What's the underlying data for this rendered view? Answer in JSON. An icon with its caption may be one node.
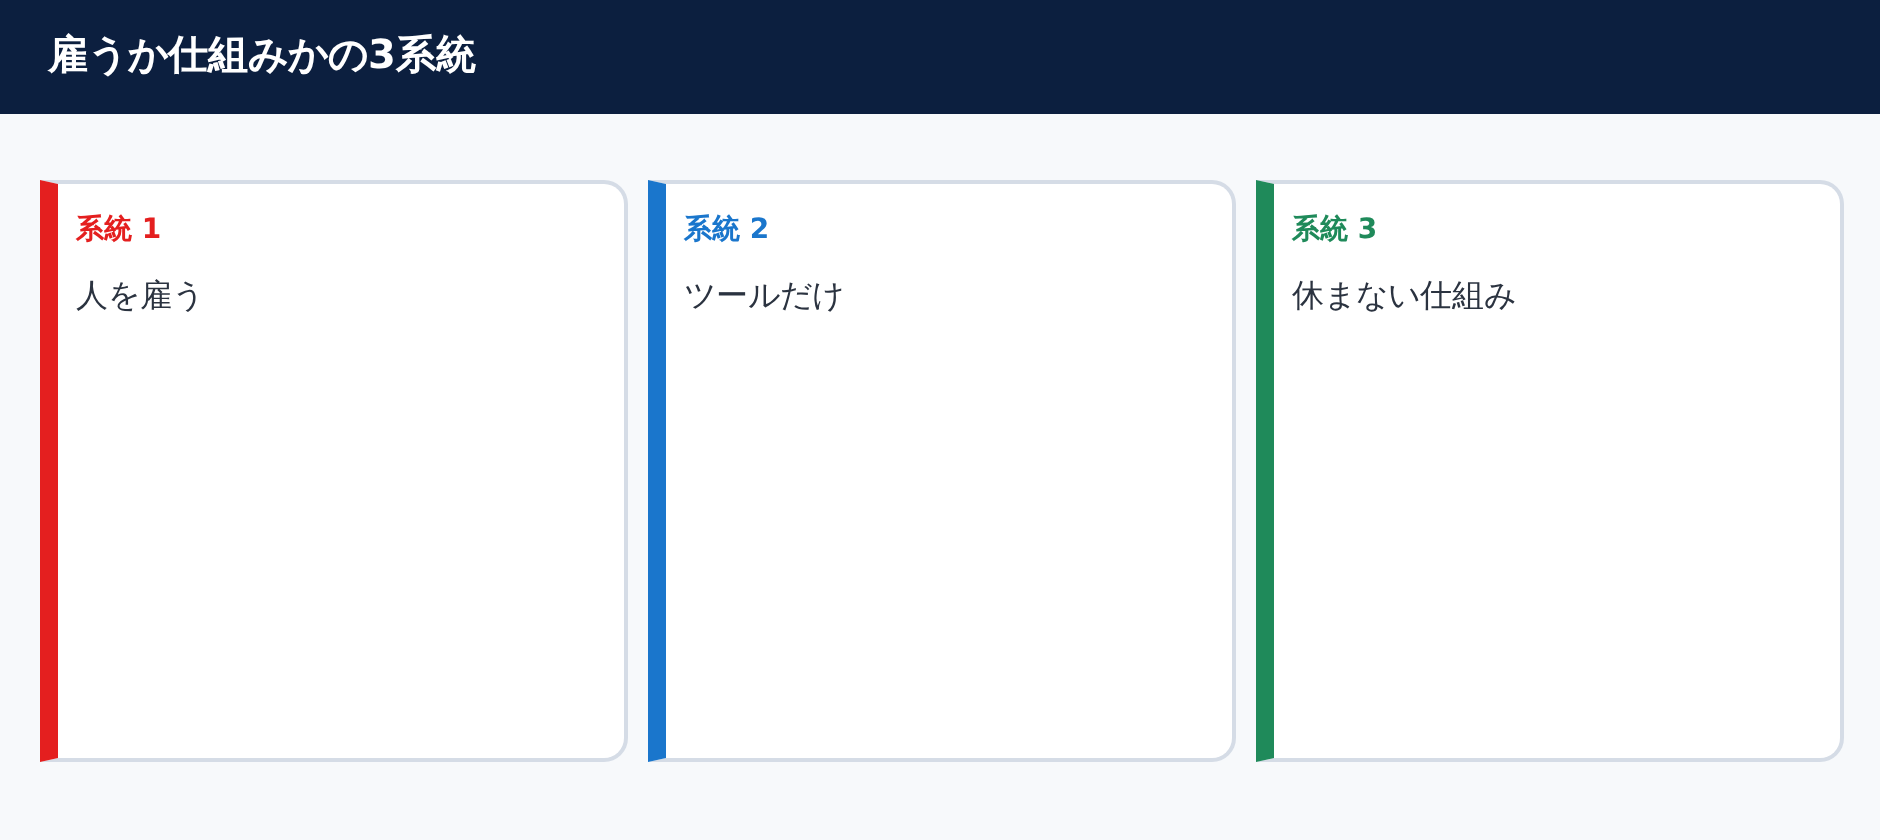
{
  "diagram": {
    "title": "雇うか仕組みかの3系統",
    "nodes": [
      {
        "text": [
          "系統 1",
          "人を雇う"
        ]
      },
      {
        "text": [
          "系統 2",
          "ツールだけ"
        ]
      },
      {
        "text": [
          "系統 3",
          "休まない仕組み"
        ]
      }
    ]
  }
}
